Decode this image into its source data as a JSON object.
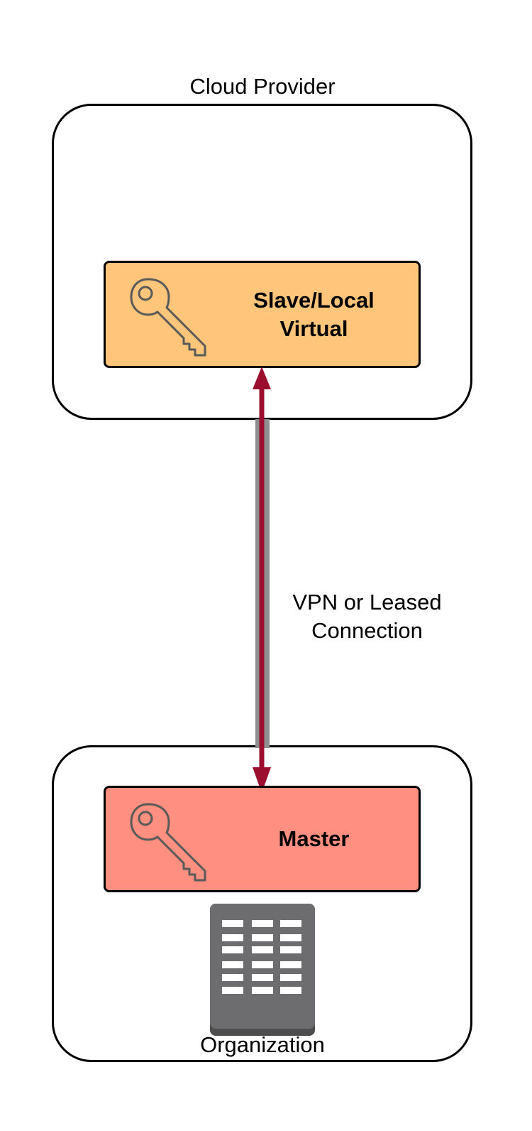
{
  "cloud": {
    "title": "Cloud Provider"
  },
  "slave": {
    "label_line1": "Slave/Local",
    "label_line2": "Virtual",
    "fill": "#ffc57a"
  },
  "connection": {
    "label_line1": "VPN or Leased",
    "label_line2": "Connection",
    "color": "#9b0e2e",
    "shadow": "#8f8f8f"
  },
  "master": {
    "label": "Master",
    "fill": "#ff8f80"
  },
  "organization": {
    "title": "Organization"
  },
  "icons": {
    "slave_icon": "key-icon",
    "master_icon": "key-icon",
    "org_icon": "building-icon"
  }
}
